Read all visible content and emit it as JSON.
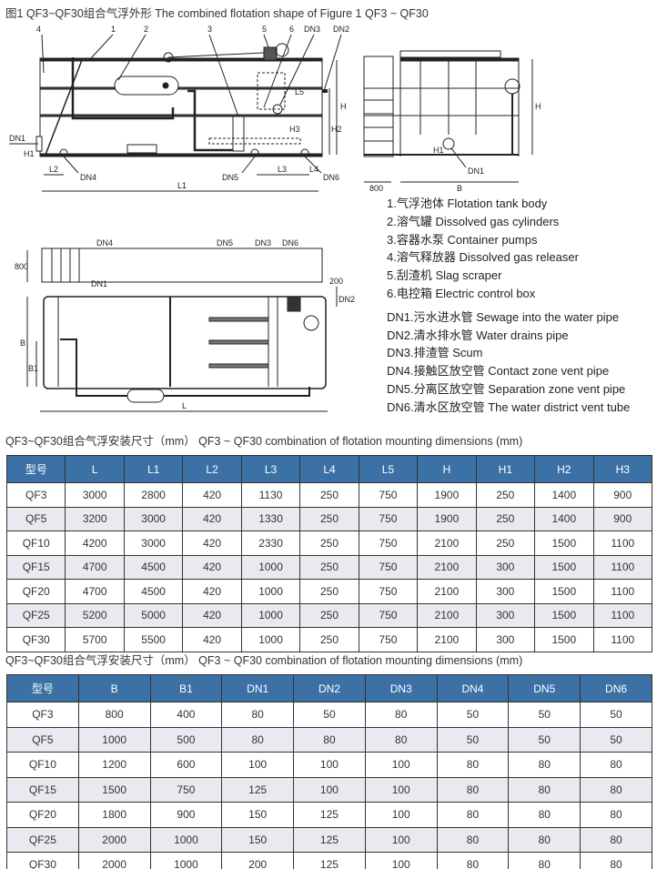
{
  "figure_title": "图1  QF3~QF30组合气浮外形  The combined flotation shape of Figure 1 QF3 ~ QF30",
  "drawing_labels": {
    "front": [
      "4",
      "1",
      "2",
      "3",
      "5",
      "6",
      "DN3",
      "DN2",
      "DN1",
      "DN4",
      "DN5",
      "DN6",
      "L2",
      "L1",
      "L3",
      "L4",
      "L5",
      "H",
      "H1",
      "H2",
      "H3"
    ],
    "side": [
      "800",
      "B",
      "DN1",
      "H",
      "H1"
    ],
    "plan": [
      "DN4",
      "DN5",
      "DN3",
      "DN6",
      "DN1",
      "DN2",
      "800",
      "200",
      "B",
      "B1",
      "L"
    ]
  },
  "legend": [
    "1.气浮池体  Flotation tank body",
    "2.溶气罐  Dissolved gas cylinders",
    "3.容器水泵  Container pumps",
    "4.溶气释放器  Dissolved gas releaser",
    "5.刮渣机  Slag scraper",
    "6.电控箱  Electric control box",
    "DN1.污水进水管  Sewage into the water pipe",
    "DN2.清水排水管  Water drains pipe",
    "DN3.排渣管  Scum",
    "DN4.接触区放空管  Contact zone vent pipe",
    "DN5.分离区放空管  Separation zone vent pipe",
    "DN6.清水区放空管  The water district vent tube"
  ],
  "table1": {
    "caption": "QF3~QF30组合气浮安装尺寸（mm）  QF3 ~ QF30 combination of flotation mounting dimensions (mm)",
    "headers": [
      "型号",
      "L",
      "L1",
      "L2",
      "L3",
      "L4",
      "L5",
      "H",
      "H1",
      "H2",
      "H3"
    ],
    "rows": [
      [
        "QF3",
        "3000",
        "2800",
        "420",
        "1130",
        "250",
        "750",
        "1900",
        "250",
        "1400",
        "900"
      ],
      [
        "QF5",
        "3200",
        "3000",
        "420",
        "1330",
        "250",
        "750",
        "1900",
        "250",
        "1400",
        "900"
      ],
      [
        "QF10",
        "4200",
        "3000",
        "420",
        "2330",
        "250",
        "750",
        "2100",
        "250",
        "1500",
        "1100"
      ],
      [
        "QF15",
        "4700",
        "4500",
        "420",
        "1000",
        "250",
        "750",
        "2100",
        "300",
        "1500",
        "1100"
      ],
      [
        "QF20",
        "4700",
        "4500",
        "420",
        "1000",
        "250",
        "750",
        "2100",
        "300",
        "1500",
        "1100"
      ],
      [
        "QF25",
        "5200",
        "5000",
        "420",
        "1000",
        "250",
        "750",
        "2100",
        "300",
        "1500",
        "1100"
      ],
      [
        "QF30",
        "5700",
        "5500",
        "420",
        "1000",
        "250",
        "750",
        "2100",
        "300",
        "1500",
        "1100"
      ]
    ]
  },
  "table2": {
    "caption": "QF3~QF30组合气浮安装尺寸（mm）  QF3 ~ QF30 combination of flotation mounting dimensions (mm)",
    "headers": [
      "型号",
      "B",
      "B1",
      "DN1",
      "DN2",
      "DN3",
      "DN4",
      "DN5",
      "DN6"
    ],
    "rows": [
      [
        "QF3",
        "800",
        "400",
        "80",
        "50",
        "80",
        "50",
        "50",
        "50"
      ],
      [
        "QF5",
        "1000",
        "500",
        "80",
        "80",
        "80",
        "50",
        "50",
        "50"
      ],
      [
        "QF10",
        "1200",
        "600",
        "100",
        "100",
        "100",
        "80",
        "80",
        "80"
      ],
      [
        "QF15",
        "1500",
        "750",
        "125",
        "100",
        "100",
        "80",
        "80",
        "80"
      ],
      [
        "QF20",
        "1800",
        "900",
        "150",
        "125",
        "100",
        "80",
        "80",
        "80"
      ],
      [
        "QF25",
        "2000",
        "1000",
        "150",
        "125",
        "100",
        "80",
        "80",
        "80"
      ],
      [
        "QF30",
        "2000",
        "1000",
        "200",
        "125",
        "100",
        "80",
        "80",
        "80"
      ]
    ]
  },
  "colors": {
    "header_bg": "#3b71a4",
    "alt_row": "#e9eaef"
  }
}
